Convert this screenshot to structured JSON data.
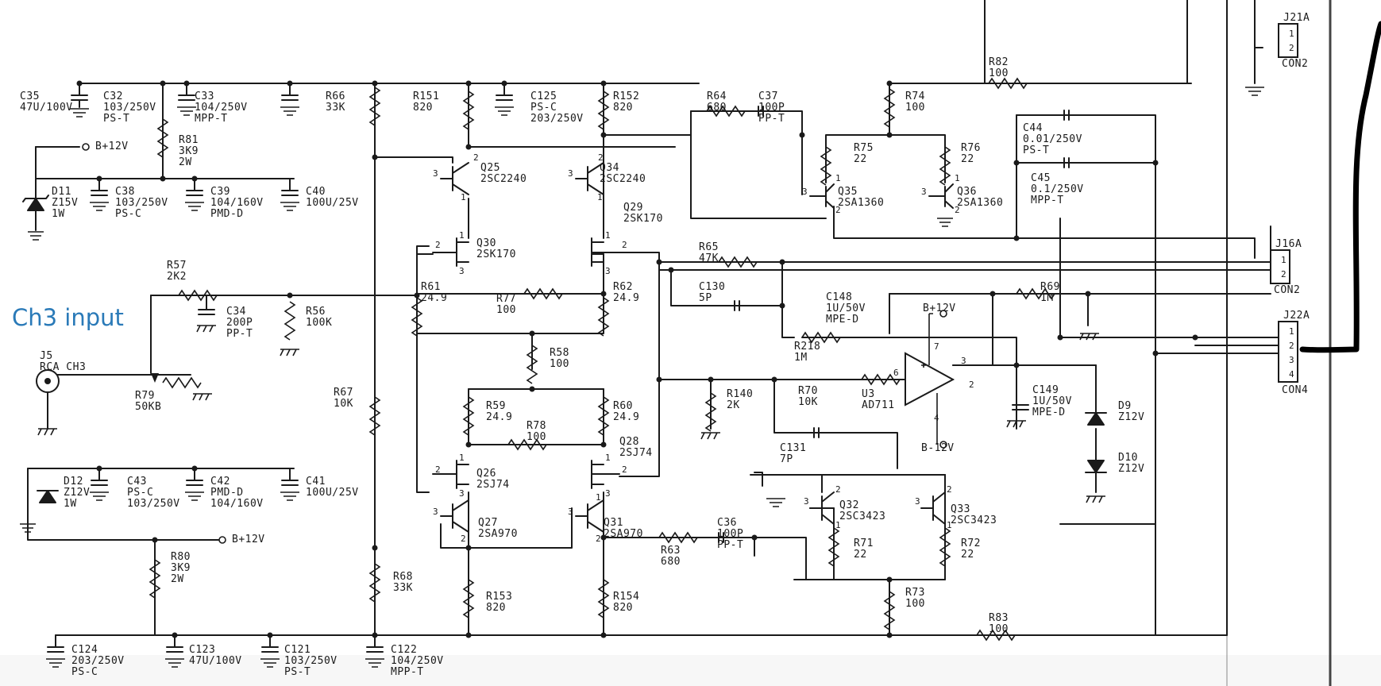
{
  "annotation": "Ch3 input",
  "parts": [
    {
      "id": "c35",
      "ref": "C35",
      "value": "47U/100V"
    },
    {
      "id": "c32",
      "ref": "C32",
      "value": "103/250V",
      "type": "PS-T"
    },
    {
      "id": "c33",
      "ref": "C33",
      "value": "104/250V",
      "type": "MPP-T"
    },
    {
      "id": "r66",
      "ref": "R66",
      "value": "33K"
    },
    {
      "id": "r151",
      "ref": "R151",
      "value": "820"
    },
    {
      "id": "c125",
      "ref": "C125",
      "value": "PS-C",
      "type": "203/250V"
    },
    {
      "id": "r152",
      "ref": "R152",
      "value": "820"
    },
    {
      "id": "r64",
      "ref": "R64",
      "value": "680"
    },
    {
      "id": "c37",
      "ref": "C37",
      "value": "100P",
      "type": "PP-T"
    },
    {
      "id": "r74",
      "ref": "R74",
      "value": "100"
    },
    {
      "id": "r82",
      "ref": "R82",
      "value": "100"
    },
    {
      "id": "r81",
      "ref": "R81",
      "value": "3K9",
      "type": "2W"
    },
    {
      "id": "d11",
      "ref": "D11",
      "value": "Z15V",
      "type": "1W"
    },
    {
      "id": "c38",
      "ref": "C38",
      "value": "103/250V",
      "type": "PS-C"
    },
    {
      "id": "c39",
      "ref": "C39",
      "value": "104/160V",
      "type": "PMD-D"
    },
    {
      "id": "c40",
      "ref": "C40",
      "value": "100U/25V"
    },
    {
      "id": "q25",
      "ref": "Q25",
      "value": "2SC2240"
    },
    {
      "id": "q34",
      "ref": "Q34",
      "value": "2SC2240"
    },
    {
      "id": "r75",
      "ref": "R75",
      "value": "22"
    },
    {
      "id": "r76",
      "ref": "R76",
      "value": "22"
    },
    {
      "id": "q35",
      "ref": "Q35",
      "value": "2SA1360"
    },
    {
      "id": "q36",
      "ref": "Q36",
      "value": "2SA1360"
    },
    {
      "id": "c44",
      "ref": "C44",
      "value": "0.01/250V",
      "type": "PS-T"
    },
    {
      "id": "c45",
      "ref": "C45",
      "value": "0.1/250V",
      "type": "MPP-T"
    },
    {
      "id": "q29",
      "ref": "Q29",
      "value": "2SK170"
    },
    {
      "id": "q30",
      "ref": "Q30",
      "value": "2SK170"
    },
    {
      "id": "r65",
      "ref": "R65",
      "value": "47K"
    },
    {
      "id": "r57",
      "ref": "R57",
      "value": "2K2"
    },
    {
      "id": "r61",
      "ref": "R61",
      "value": "24.9"
    },
    {
      "id": "r77",
      "ref": "R77",
      "value": "100"
    },
    {
      "id": "r62",
      "ref": "R62",
      "value": "24.9"
    },
    {
      "id": "c130",
      "ref": "C130",
      "value": "5P"
    },
    {
      "id": "c148",
      "ref": "C148",
      "value": "1U/50V",
      "type": "MPE-D"
    },
    {
      "id": "r69",
      "ref": "R69",
      "value": "1M"
    },
    {
      "id": "c34",
      "ref": "C34",
      "value": "200P",
      "type": "PP-T"
    },
    {
      "id": "r56",
      "ref": "R56",
      "value": "100K"
    },
    {
      "id": "r218",
      "ref": "R218",
      "value": "1M"
    },
    {
      "id": "r58",
      "ref": "R58",
      "value": "100"
    },
    {
      "id": "r79",
      "ref": "R79",
      "value": "50KB"
    },
    {
      "id": "r140",
      "ref": "R140",
      "value": "2K"
    },
    {
      "id": "r70",
      "ref": "R70",
      "value": "10K"
    },
    {
      "id": "u3",
      "ref": "U3",
      "value": "AD711"
    },
    {
      "id": "c149",
      "ref": "C149",
      "value": "1U/50V",
      "type": "MPE-D"
    },
    {
      "id": "d9",
      "ref": "D9",
      "value": "Z12V"
    },
    {
      "id": "r67",
      "ref": "R67",
      "value": "10K"
    },
    {
      "id": "r59",
      "ref": "R59",
      "value": "24.9"
    },
    {
      "id": "r78",
      "ref": "R78",
      "value": "100"
    },
    {
      "id": "r60",
      "ref": "R60",
      "value": "24.9"
    },
    {
      "id": "q28",
      "ref": "Q28",
      "value": "2SJ74"
    },
    {
      "id": "c131",
      "ref": "C131",
      "value": "7P"
    },
    {
      "id": "d10",
      "ref": "D10",
      "value": "Z12V"
    },
    {
      "id": "d12",
      "ref": "D12",
      "value": "Z12V",
      "type": "1W"
    },
    {
      "id": "c43",
      "ref": "C43",
      "value": "PS-C",
      "type": "103/250V"
    },
    {
      "id": "c42",
      "ref": "C42",
      "value": "PMD-D",
      "type": "104/160V"
    },
    {
      "id": "c41",
      "ref": "C41",
      "value": "100U/25V"
    },
    {
      "id": "q26",
      "ref": "Q26",
      "value": "2SJ74"
    },
    {
      "id": "q32",
      "ref": "Q32",
      "value": "2SC3423"
    },
    {
      "id": "q33",
      "ref": "Q33",
      "value": "2SC3423"
    },
    {
      "id": "q27",
      "ref": "Q27",
      "value": "2SA970"
    },
    {
      "id": "q31",
      "ref": "Q31",
      "value": "2SA970"
    },
    {
      "id": "c36",
      "ref": "C36",
      "value": "100P",
      "type": "PP-T"
    },
    {
      "id": "r63",
      "ref": "R63",
      "value": "680"
    },
    {
      "id": "r80",
      "ref": "R80",
      "value": "3K9",
      "type": "2W"
    },
    {
      "id": "r71",
      "ref": "R71",
      "value": "22"
    },
    {
      "id": "r72",
      "ref": "R72",
      "value": "22"
    },
    {
      "id": "r68",
      "ref": "R68",
      "value": "33K"
    },
    {
      "id": "r153",
      "ref": "R153",
      "value": "820"
    },
    {
      "id": "r154",
      "ref": "R154",
      "value": "820"
    },
    {
      "id": "r73",
      "ref": "R73",
      "value": "100"
    },
    {
      "id": "r83",
      "ref": "R83",
      "value": "100"
    },
    {
      "id": "c124",
      "ref": "C124",
      "value": "203/250V",
      "type": "PS-C"
    },
    {
      "id": "c123",
      "ref": "C123",
      "value": "47U/100V"
    },
    {
      "id": "c121",
      "ref": "C121",
      "value": "103/250V",
      "type": "PS-T"
    },
    {
      "id": "c122",
      "ref": "C122",
      "value": "104/250V",
      "type": "MPP-T"
    }
  ],
  "jack": {
    "ref": "J5",
    "label": "RCA  CH3"
  },
  "supplies": {
    "pos_top": "B+12V",
    "pos_bottom": "B+12V",
    "opamp_pos": "B+12V",
    "opamp_neg": "B-12V"
  },
  "connectors": [
    {
      "id": "j21a",
      "ref": "J21A",
      "type": "CON2",
      "pins": [
        "1",
        "2"
      ]
    },
    {
      "id": "j16a",
      "ref": "J16A",
      "type": "CON2",
      "pins": [
        "1",
        "2"
      ]
    },
    {
      "id": "j22a",
      "ref": "J22A",
      "type": "CON4",
      "pins": [
        "1",
        "2",
        "3",
        "4"
      ]
    }
  ],
  "pin_numbers": {
    "q25": [
      "2",
      "3",
      "1"
    ],
    "q34": [
      "2",
      "3",
      "1"
    ],
    "q35": [
      "3",
      "1",
      "2"
    ],
    "q36": [
      "3",
      "1",
      "2"
    ],
    "q29": [
      "1",
      "2",
      "3"
    ],
    "q30": [
      "1",
      "2",
      "3"
    ],
    "q26": [
      "1",
      "2",
      "3"
    ],
    "q28": [
      "1",
      "2",
      "3"
    ],
    "q27": [
      "3",
      "2"
    ],
    "q31": [
      "3",
      "1",
      "2"
    ],
    "q32": [
      "2",
      "3",
      "1"
    ],
    "q33": [
      "2",
      "3",
      "1"
    ],
    "u3": [
      "6",
      "3",
      "2",
      "7",
      "4"
    ]
  }
}
